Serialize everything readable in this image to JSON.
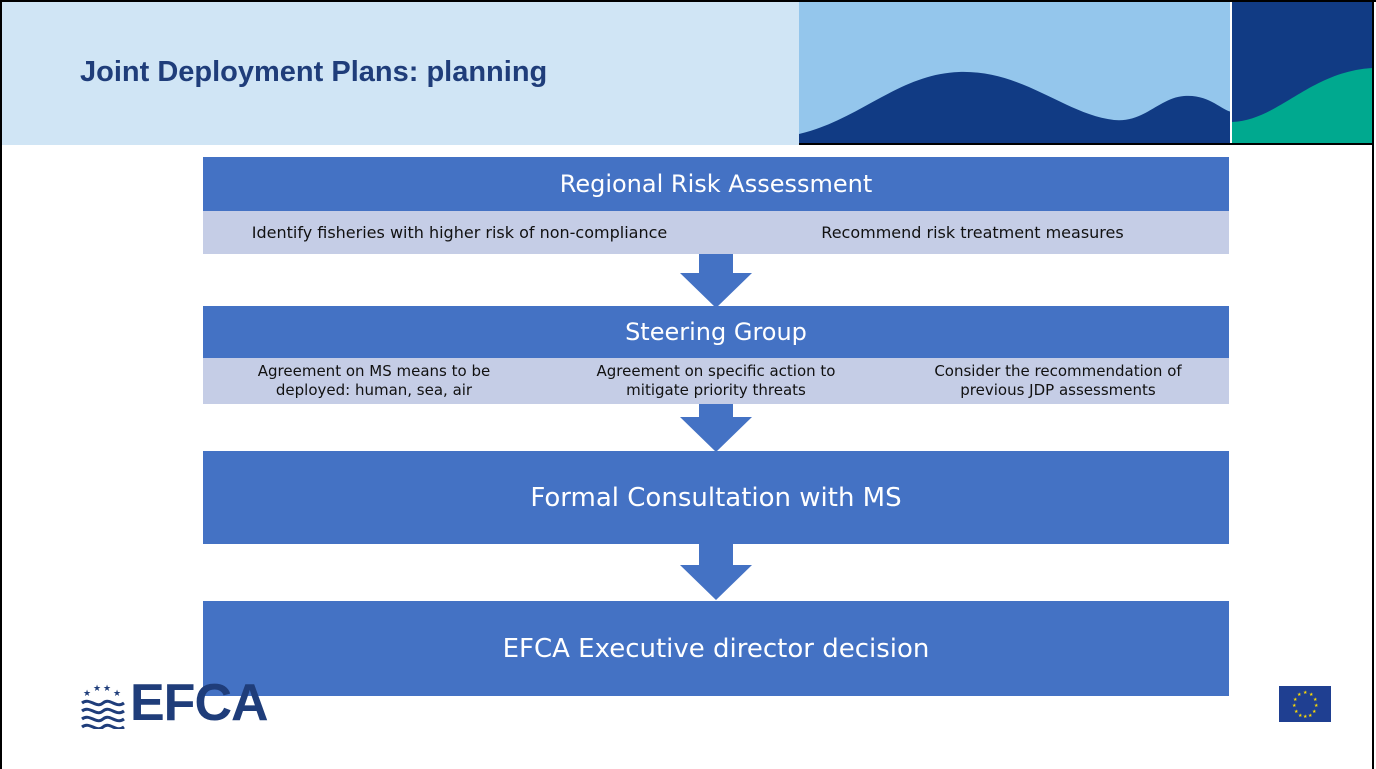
{
  "slide": {
    "title": "Joint Deployment Plans: planning"
  },
  "flow": {
    "step1": {
      "title": "Regional Risk Assessment",
      "items": [
        "Identify fisheries with higher risk of non-compliance",
        "Recommend risk treatment measures"
      ]
    },
    "step2": {
      "title": "Steering Group",
      "items": [
        "Agreement on MS means to be deployed: human, sea, air",
        "Agreement on specific action to mitigate priority threats",
        "Consider the recommendation of previous JDP assessments"
      ]
    },
    "step3": {
      "title": "Formal Consultation with MS"
    },
    "step4": {
      "title": "EFCA Executive director decision"
    }
  },
  "footer": {
    "logo_text": "EFCA"
  },
  "colors": {
    "header_bg": "#d0e5f5",
    "title": "#1f3d7a",
    "box": "#4472c4",
    "sub": "#c5cde6",
    "wave_light": "#94c6ec",
    "wave_dark": "#113b84",
    "teal": "#00a98f"
  }
}
